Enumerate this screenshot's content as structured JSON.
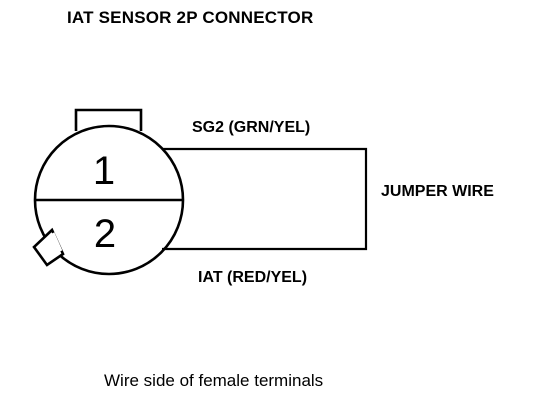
{
  "title": "IAT SENSOR 2P CONNECTOR",
  "connector": {
    "pin_1": "1",
    "pin_2": "2"
  },
  "wires": {
    "sg2_label": "SG2 (GRN/YEL)",
    "iat_label": "IAT (RED/YEL)",
    "jumper_label": "JUMPER WIRE"
  },
  "caption": "Wire side of female terminals"
}
